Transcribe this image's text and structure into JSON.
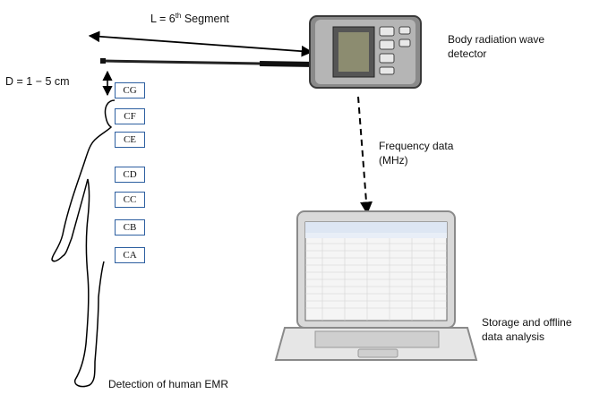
{
  "diagram": {
    "length_label": {
      "prefix": "L = 6",
      "sup": "th",
      "suffix": " Segment"
    },
    "distance_label": "D = 1 − 5 cm",
    "detector_label": [
      "Body radiation wave",
      "detector"
    ],
    "frequency_label": [
      "Frequency data",
      "(MHz)"
    ],
    "storage_label": [
      "Storage and offline",
      "data analysis"
    ],
    "detection_label": "Detection of human EMR",
    "segments": [
      "CG",
      "CF",
      "CE",
      "CD",
      "CC",
      "CB",
      "CA"
    ]
  }
}
